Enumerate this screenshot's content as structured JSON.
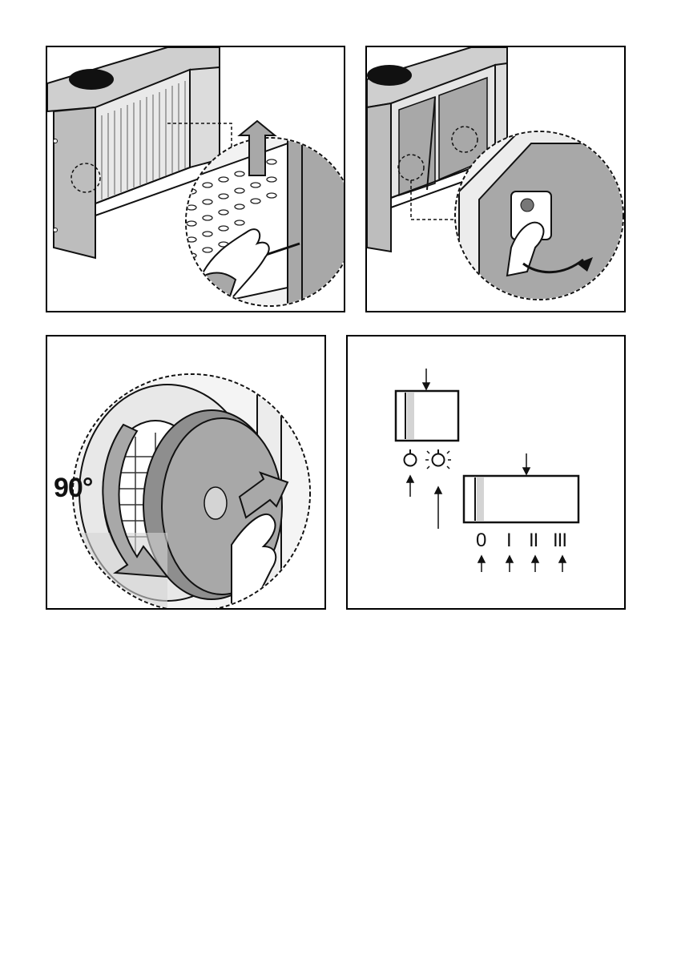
{
  "figure3": {
    "rotation_label": "90°"
  },
  "figure4": {
    "fan_speeds": [
      "0",
      "I",
      "II",
      "III"
    ],
    "light_symbols": [
      "light-off-icon",
      "light-on-icon"
    ]
  },
  "colors": {
    "line": "#111111",
    "fill_gray": "#a8a8a8",
    "light_gray": "#d4d4d4",
    "background": "#ffffff"
  }
}
